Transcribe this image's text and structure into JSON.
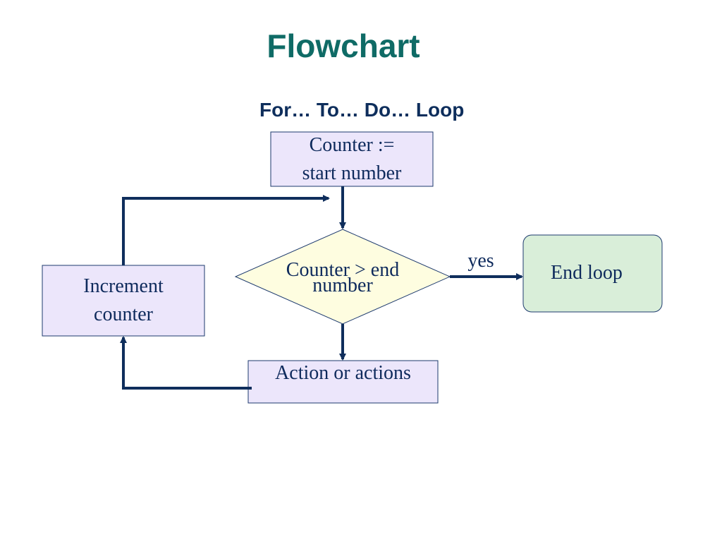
{
  "title": "Flowchart",
  "subtitle": "For… To… Do… Loop",
  "nodes": {
    "init": {
      "line1": "Counter :=",
      "line2": "start number"
    },
    "condition": {
      "line1": "Counter > end",
      "line2": "number"
    },
    "end": {
      "label": "End loop"
    },
    "increment": {
      "line1": "Increment",
      "line2": "counter"
    },
    "action": {
      "label": "Action or actions"
    }
  },
  "edges": {
    "yes_label": "yes"
  },
  "colors": {
    "title": "#0f6b66",
    "subtitle": "#0e2e5c",
    "process_fill": "#ece6fb",
    "decision_fill": "#fefde0",
    "terminal_fill": "#d9eed9",
    "arrow": "#0f2e5c",
    "border": "#1d3a6e"
  }
}
